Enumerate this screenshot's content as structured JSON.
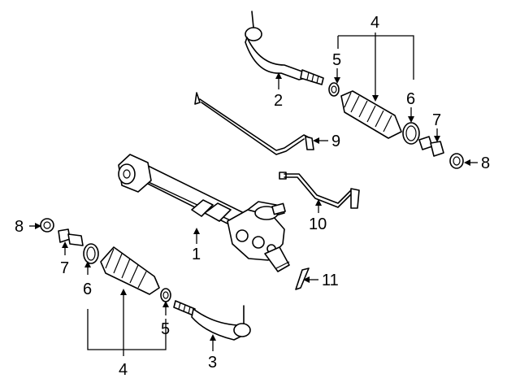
{
  "callouts": {
    "rack": "1",
    "outer_tie_rod_upper": "2",
    "outer_tie_rod_lower": "3",
    "boot_upper": "4",
    "boot_lower": "4",
    "clamp_small_upper": "5",
    "clamp_small_lower": "5",
    "clamp_large_upper": "6",
    "clamp_large_lower": "6",
    "inner_tie_rod_upper": "7",
    "inner_tie_rod_lower": "7",
    "seal_upper": "8",
    "seal_lower": "8",
    "pressure_line": "9",
    "return_line": "10",
    "adapter": "11"
  }
}
